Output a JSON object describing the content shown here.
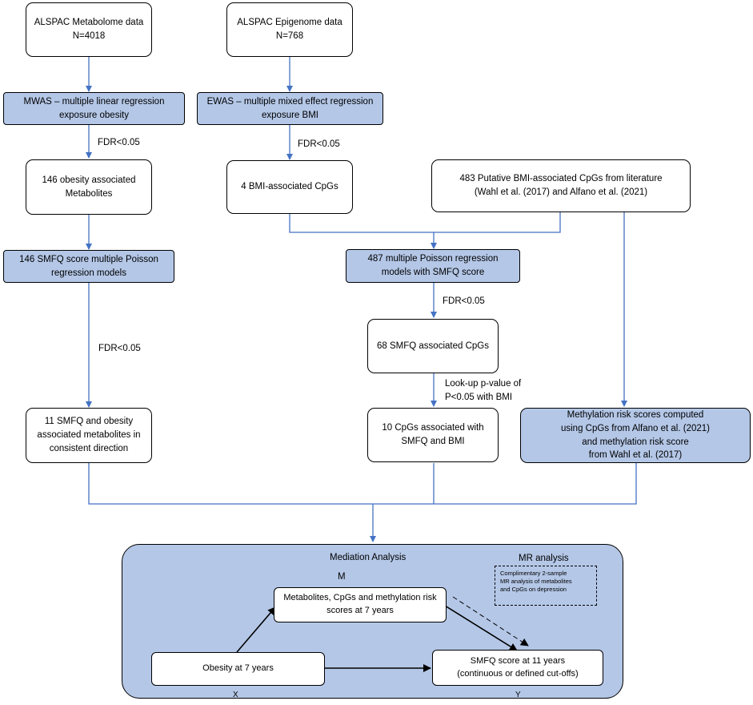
{
  "nodes": {
    "metabolome": [
      "ALSPAC Metabolome data",
      "N=4018"
    ],
    "epigenome": [
      "ALSPAC Epigenome data",
      "N=768"
    ],
    "mwas": [
      "MWAS – multiple linear regression",
      "exposure obesity"
    ],
    "ewas": [
      "EWAS – multiple mixed effect regression",
      "exposure BMI"
    ],
    "obesity_metabolites": [
      "146 obesity associated",
      "Metabolites"
    ],
    "bmi_cpgs": [
      "4 BMI-associated CpGs"
    ],
    "putative": [
      "483 Putative  BMI-associated CpGs from literature",
      "(Wahl et al. (2017) and  Alfano et al. (2021)"
    ],
    "poisson_146": [
      "146 SMFQ score multiple Poisson",
      "regression models"
    ],
    "poisson_487": [
      "487 multiple Poisson regression",
      "models with SMFQ score"
    ],
    "smfq_68": [
      "68  SMFQ associated CpGs"
    ],
    "metabolites_11": [
      "11  SMFQ and obesity",
      "associated  metabolites in",
      "consistent direction"
    ],
    "cpgs_10": [
      "10  CpGs associated with",
      "SMFQ and BMI"
    ],
    "mrs": [
      "Methylation risk scores computed",
      "using CpGs from  Alfano et al. (2021)",
      "and methylation risk score",
      "from Wahl et al. (2017)"
    ]
  },
  "labels": {
    "fdr_1": "FDR<0.05",
    "fdr_2": "FDR<0.05",
    "fdr_3": "FDR<0.05",
    "fdr_4": "FDR<0.05",
    "lookup": [
      "Look-up p-value of",
      "P<0.05 with BMI"
    ]
  },
  "mediation": {
    "title": "Mediation Analysis",
    "m_letter": "M",
    "x_letter": "X",
    "y_letter": "Y",
    "mediator": [
      "Metabolites, CpGs and methylation risk",
      "scores at 7 years"
    ],
    "exposure": "Obesity at 7 years",
    "outcome": [
      "SMFQ score at 11 years",
      "(continuous or defined cut-offs)"
    ],
    "mr_title": "MR analysis",
    "mr_text": [
      "Complimentary 2-sample",
      "MR analysis of metabolites",
      "and CpGs on depression"
    ]
  },
  "colors": {
    "box_fill_blue": "#b4c7e7",
    "connector": "#4472c4",
    "border": "#000000"
  }
}
